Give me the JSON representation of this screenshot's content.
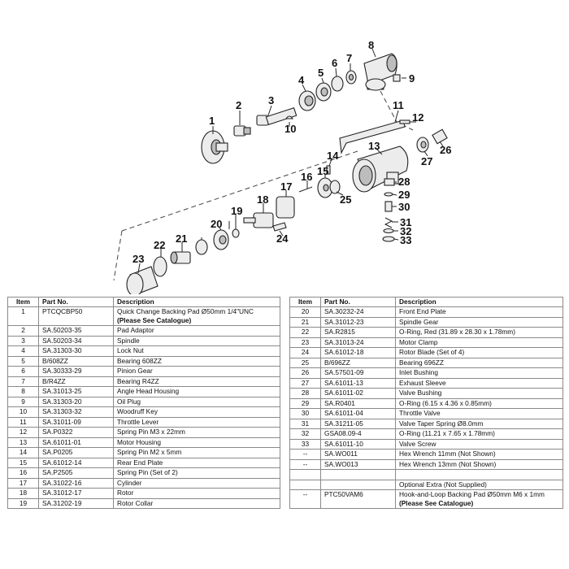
{
  "diagram": {
    "callouts": [
      "1",
      "2",
      "3",
      "4",
      "5",
      "6",
      "7",
      "8",
      "9",
      "10",
      "11",
      "12",
      "13",
      "14",
      "15",
      "16",
      "17",
      "18",
      "19",
      "20",
      "21",
      "22",
      "23",
      "24",
      "25",
      "26",
      "27",
      "28",
      "29",
      "30",
      "31",
      "32",
      "33"
    ]
  },
  "table": {
    "headers": {
      "item": "Item",
      "part_no": "Part No.",
      "description": "Description"
    },
    "left_rows": [
      {
        "item": "1",
        "part_no": "PTCQCBP50",
        "description": "Quick Change Backing Pad Ø50mm 1/4\"UNC",
        "note": "(Please See Catalogue)"
      },
      {
        "item": "2",
        "part_no": "SA.50203-35",
        "description": "Pad Adaptor"
      },
      {
        "item": "3",
        "part_no": "SA.50203-34",
        "description": "Spindle"
      },
      {
        "item": "4",
        "part_no": "SA.31303-30",
        "description": "Lock Nut"
      },
      {
        "item": "5",
        "part_no": "B/608ZZ",
        "description": "Bearing 608ZZ"
      },
      {
        "item": "6",
        "part_no": "SA.30333-29",
        "description": "Pinion Gear"
      },
      {
        "item": "7",
        "part_no": "B/R4ZZ",
        "description": "Bearing R4ZZ"
      },
      {
        "item": "8",
        "part_no": "SA.31013-25",
        "description": "Angle Head Housing"
      },
      {
        "item": "9",
        "part_no": "SA.31303-20",
        "description": "Oil Plug"
      },
      {
        "item": "10",
        "part_no": "SA.31303-32",
        "description": "Woodruff Key"
      },
      {
        "item": "11",
        "part_no": "SA.31011-09",
        "description": "Throttle Lever"
      },
      {
        "item": "12",
        "part_no": "SA.P0322",
        "description": "Spring Pin M3 x 22mm"
      },
      {
        "item": "13",
        "part_no": "SA.61011-01",
        "description": "Motor Housing"
      },
      {
        "item": "14",
        "part_no": "SA.P0205",
        "description": "Spring Pin M2 x 5mm"
      },
      {
        "item": "15",
        "part_no": "SA.61012-14",
        "description": "Rear End Plate"
      },
      {
        "item": "16",
        "part_no": "SA.P2505",
        "description": "Spring Pin (Set of 2)"
      },
      {
        "item": "17",
        "part_no": "SA.31022-16",
        "description": "Cylinder"
      },
      {
        "item": "18",
        "part_no": "SA.31012-17",
        "description": "Rotor"
      },
      {
        "item": "19",
        "part_no": "SA.31202-19",
        "description": "Rotor Collar"
      }
    ],
    "right_rows": [
      {
        "item": "20",
        "part_no": "SA.30232-24",
        "description": "Front End Plate"
      },
      {
        "item": "21",
        "part_no": "SA.31012-23",
        "description": "Spindle Gear"
      },
      {
        "item": "22",
        "part_no": "SA.R2815",
        "description": "O-Ring, Red (31.89 x 28.30 x 1.78mm)"
      },
      {
        "item": "23",
        "part_no": "SA.31013-24",
        "description": "Motor Clamp"
      },
      {
        "item": "24",
        "part_no": "SA.61012-18",
        "description": "Rotor Blade (Set of 4)"
      },
      {
        "item": "25",
        "part_no": "B/696ZZ",
        "description": "Bearing 696ZZ"
      },
      {
        "item": "26",
        "part_no": "SA.57501-09",
        "description": "Inlet Bushing"
      },
      {
        "item": "27",
        "part_no": "SA.61011-13",
        "description": "Exhaust Sleeve"
      },
      {
        "item": "28",
        "part_no": "SA.61011-02",
        "description": "Valve Bushing"
      },
      {
        "item": "29",
        "part_no": "SA.R0401",
        "description": "O-Ring (6.15 x 4.36 x 0.85mm)"
      },
      {
        "item": "30",
        "part_no": "SA.61011-04",
        "description": "Throttle Valve"
      },
      {
        "item": "31",
        "part_no": "SA.31211-05",
        "description": "Valve Taper Spring Ø8.0mm"
      },
      {
        "item": "32",
        "part_no": "GSA08.09-4",
        "description": "O-Ring (11.21 x 7.65 x 1.78mm)"
      },
      {
        "item": "33",
        "part_no": "SA.61011-10",
        "description": "Valve Screw"
      },
      {
        "item": "--",
        "part_no": "SA.WO011",
        "description": "Hex Wrench 11mm (Not Shown)"
      },
      {
        "item": "--",
        "part_no": "SA.WO013",
        "description": "Hex Wrench 13mm (Not Shown)"
      },
      {
        "item": "",
        "part_no": "",
        "description": ""
      },
      {
        "item": "",
        "part_no": "",
        "description": "Optional Extra (Not Supplied)"
      },
      {
        "item": "--",
        "part_no": "PTC50VAM6",
        "description": "Hook-and-Loop Backing Pad Ø50mm M6 x 1mm",
        "note": "(Please See Catalogue)"
      }
    ]
  }
}
